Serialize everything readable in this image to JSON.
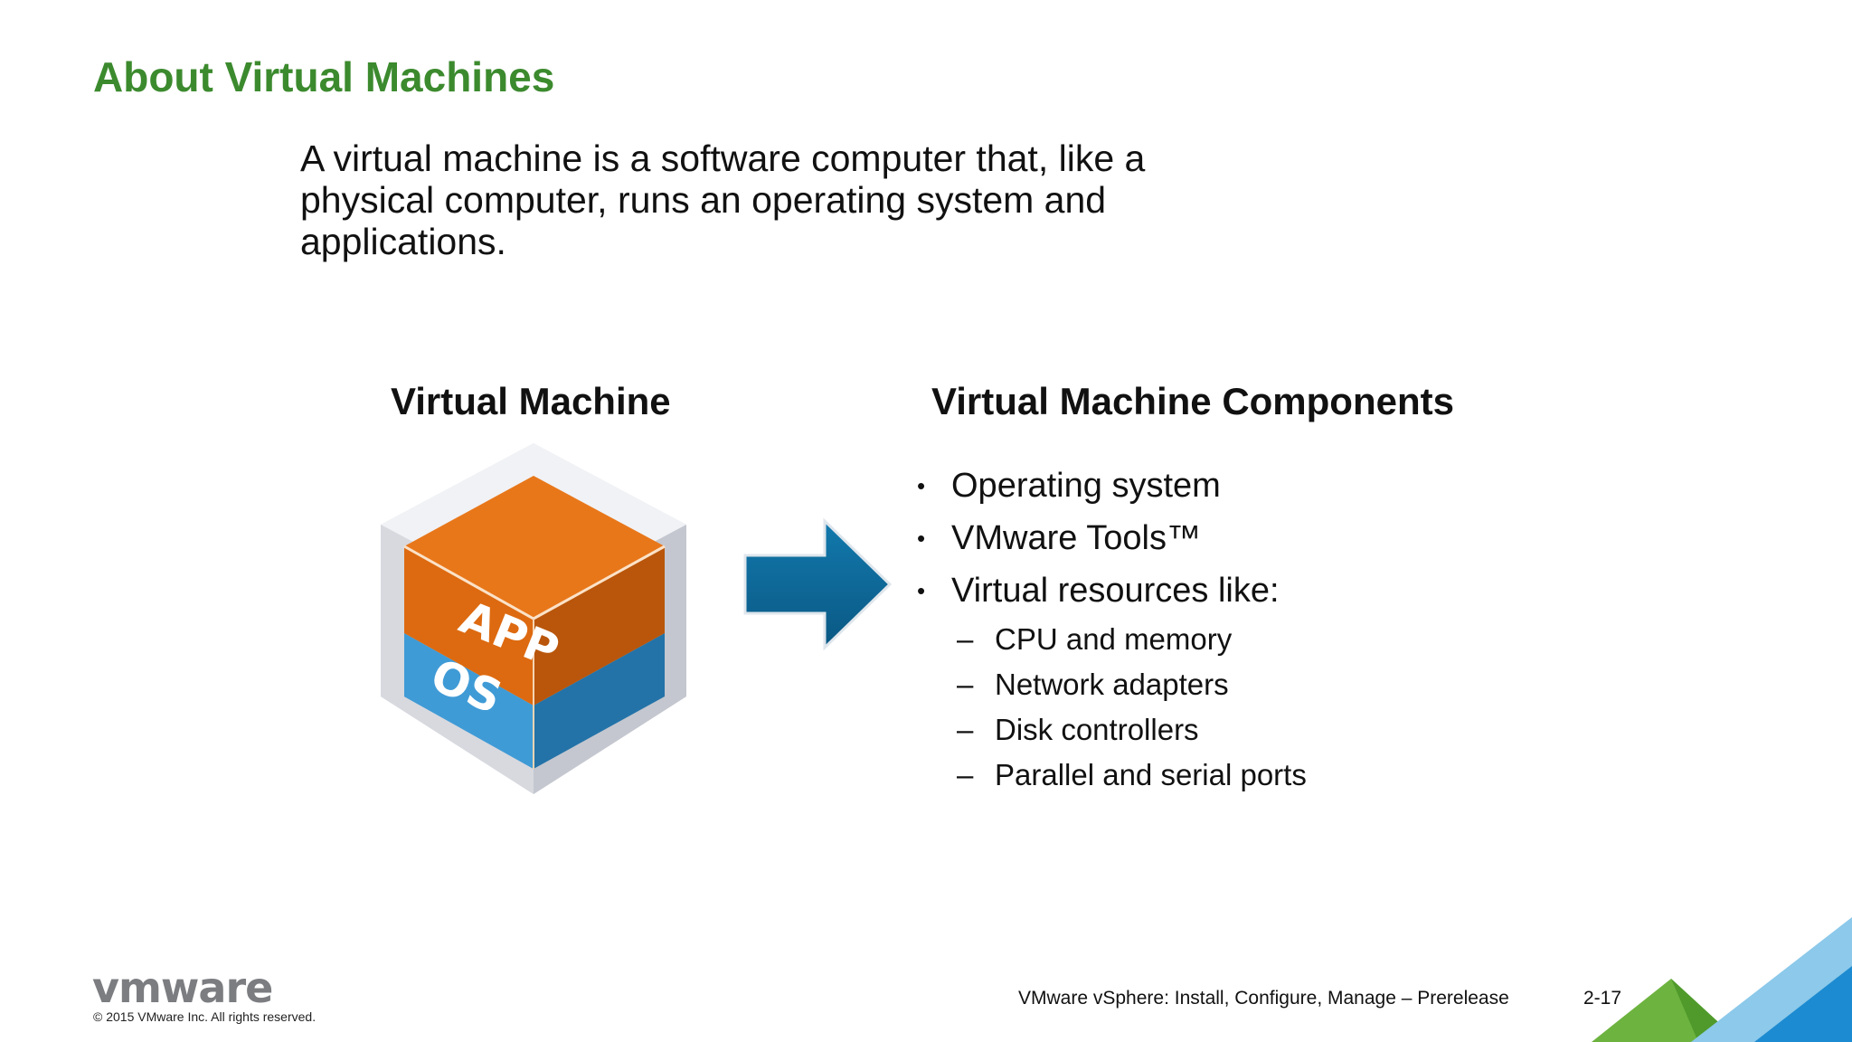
{
  "slide": {
    "title": "About Virtual Machines",
    "intro": "A virtual machine is a software computer that, like a physical computer, runs an operating system and applications.",
    "left_heading": "Virtual Machine",
    "right_heading": "Virtual Machine Components",
    "cube": {
      "top_label": "APP",
      "bottom_label": "OS"
    },
    "components": [
      {
        "label": "Operating system",
        "sub": []
      },
      {
        "label": "VMware Tools™",
        "sub": []
      },
      {
        "label": "Virtual resources like:",
        "sub": [
          "CPU and memory",
          "Network adapters",
          "Disk controllers",
          "Parallel and serial ports"
        ]
      }
    ],
    "bullet_char": "•",
    "dash_char": "–"
  },
  "footer": {
    "logo_text": "vmware",
    "copyright": "© 2015 VMware Inc. All rights reserved.",
    "course": "VMware vSphere: Install, Configure, Manage – Prerelease",
    "page": "2-17"
  },
  "colors": {
    "title_green": "#3c8a2e",
    "arrow_blue": "#0e6c9e",
    "cube_orange": "#d9660f",
    "cube_blue": "#3190cc",
    "corner_green": "#6db33f",
    "corner_blue": "#1d8bd1"
  }
}
